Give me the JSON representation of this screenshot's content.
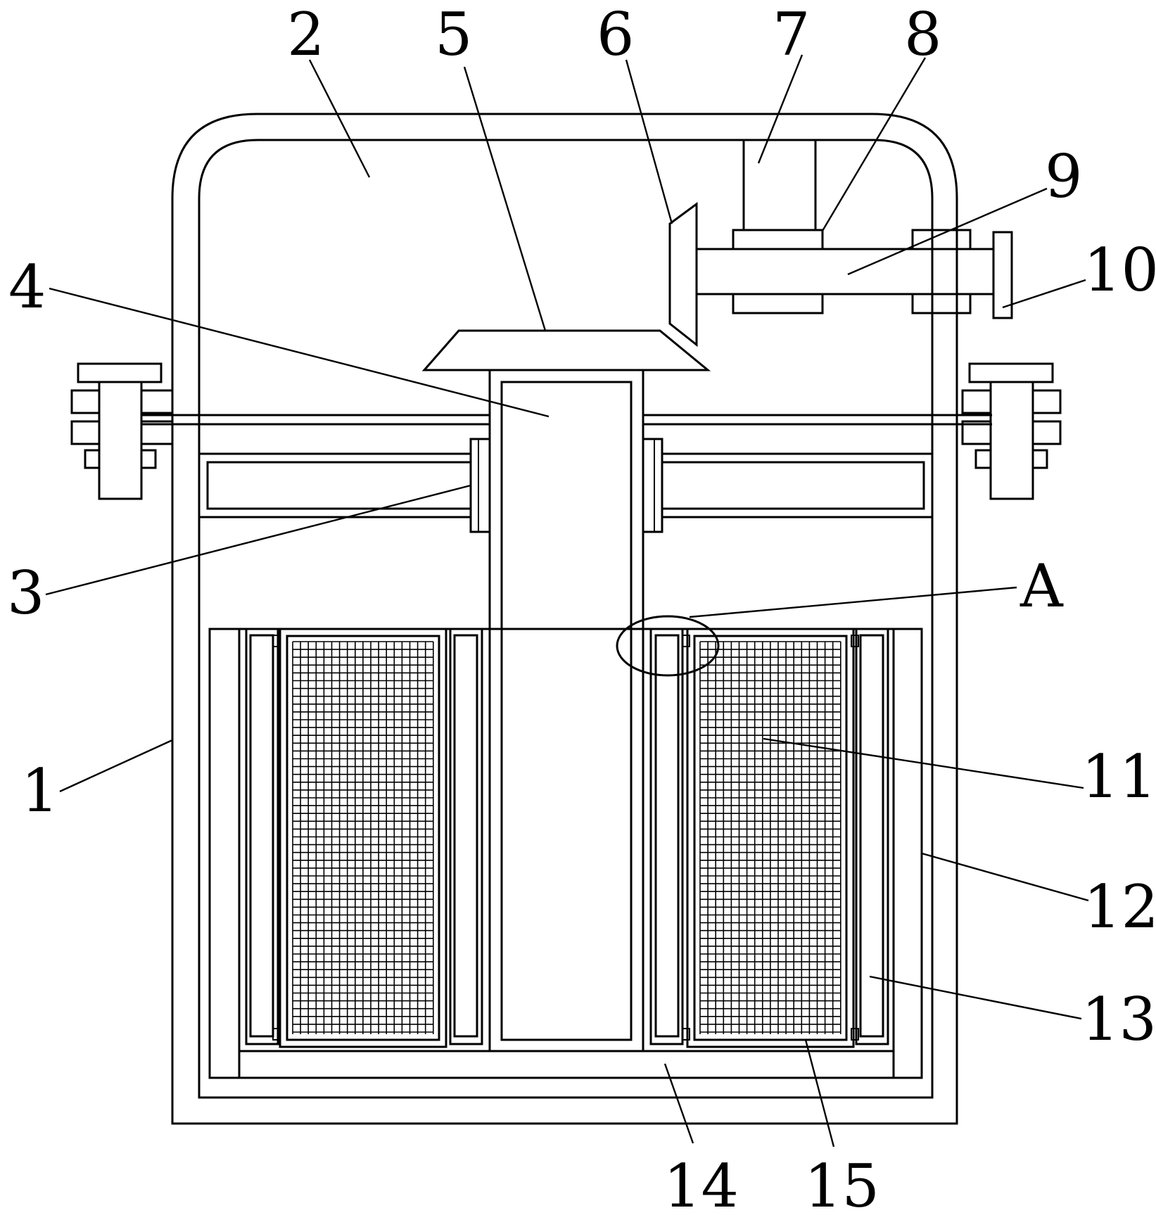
{
  "labels": {
    "l1": "1",
    "l2": "2",
    "l3": "3",
    "l4": "4",
    "l5": "5",
    "l6": "6",
    "l7": "7",
    "l8": "8",
    "l9": "9",
    "l10": "10",
    "l11": "11",
    "l12": "12",
    "l13": "13",
    "l14": "14",
    "l15": "15",
    "lA": "A"
  }
}
